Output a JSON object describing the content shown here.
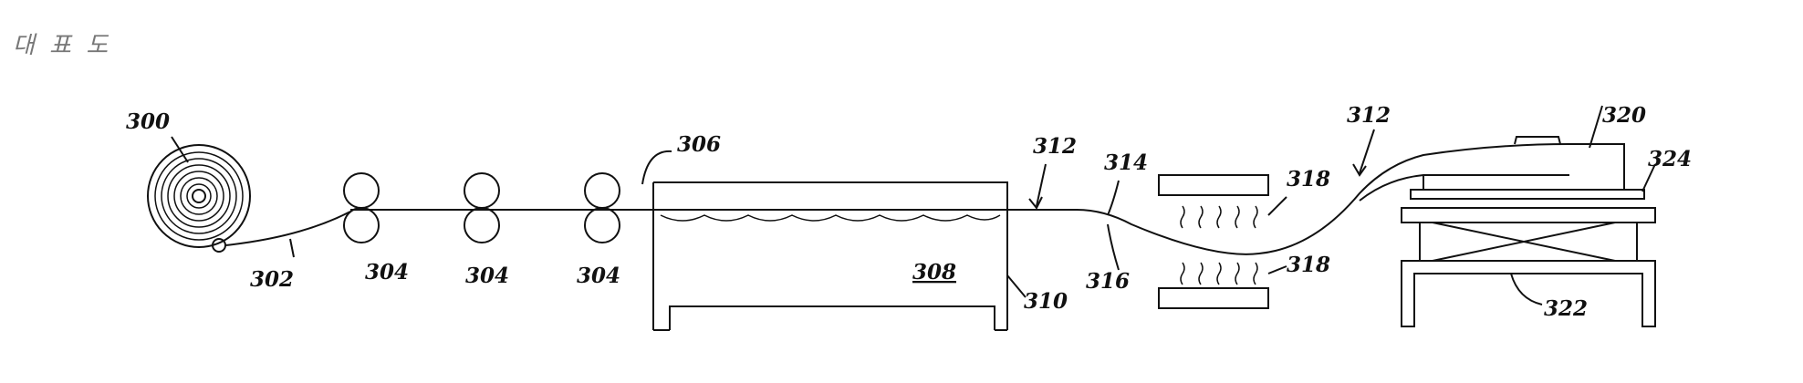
{
  "title": "대 표 도",
  "labels": {
    "spool": "300",
    "fiber": "302",
    "roller_a": "304",
    "roller_b": "304",
    "roller_c": "304",
    "bath_entry": "306",
    "bath_liquid": "308",
    "bath_tank": "310",
    "tape_left": "312",
    "tape_right": "312",
    "tape_upper_curve": "314",
    "tape_lower_curve": "316",
    "heater_upper": "318",
    "heater_lower": "318",
    "tool": "320",
    "table": "322",
    "plate": "324"
  },
  "colors": {
    "ink": "#111111",
    "title": "#777777",
    "background": "#ffffff"
  }
}
